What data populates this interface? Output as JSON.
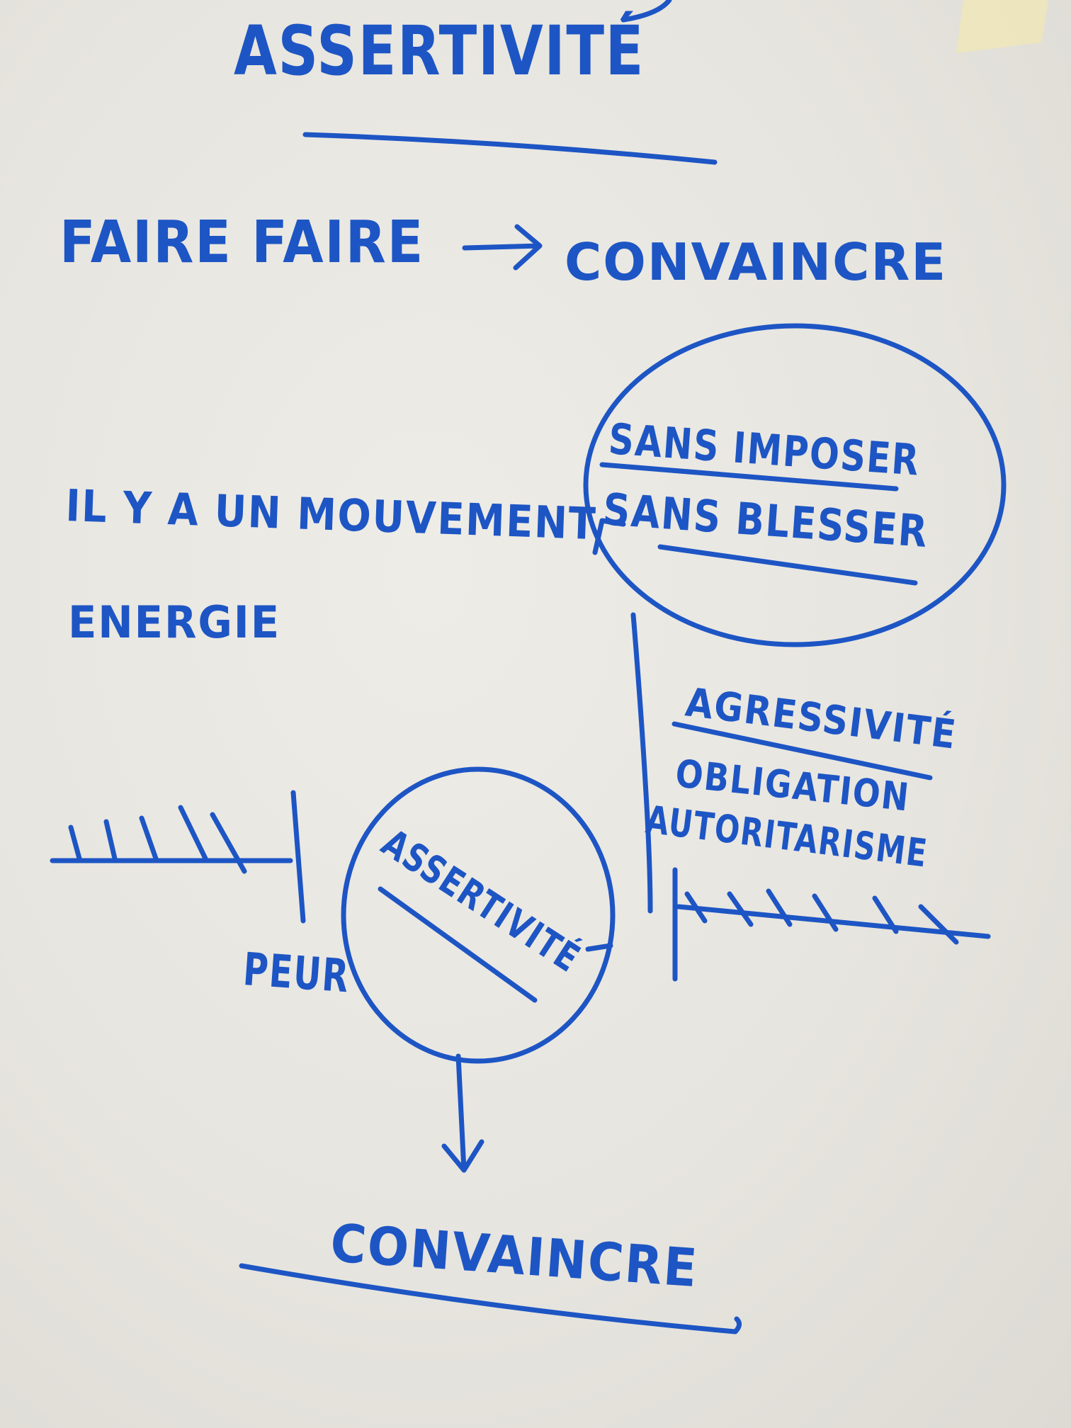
{
  "title": "ASSERTIVITÉ",
  "line1": {
    "left": "FAIRE FAIRE",
    "right": "CONVAINCRE"
  },
  "bubble": {
    "line1": "SANS IMPOSER",
    "line2": "SANS BLESSER"
  },
  "movement": "IL Y A UN MOUVEMENT",
  "energy": "ENERGIE",
  "right_side": {
    "item1": "AGRESSIVITÉ",
    "item2": "OBLIGATION",
    "item3": "AUTORITARISME"
  },
  "left_side": {
    "label": "PEUR"
  },
  "center": {
    "label": "ASSERTIVITÉ"
  },
  "result": "CONVAINCRE",
  "ink_color": "#1d55c4"
}
